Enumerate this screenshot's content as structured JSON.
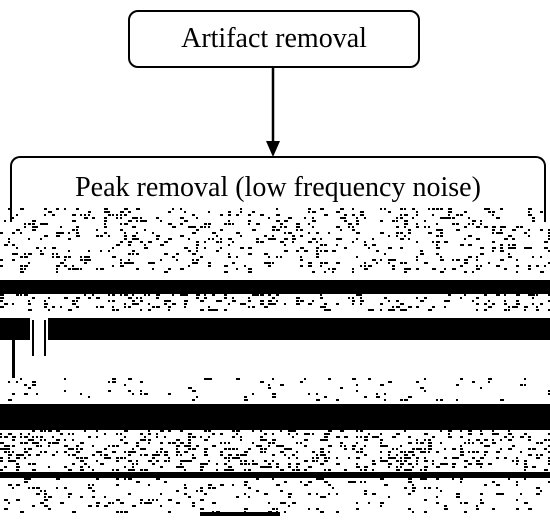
{
  "diagram": {
    "nodes": [
      {
        "id": "artifact_removal",
        "label": "Artifact removal"
      },
      {
        "id": "peak_removal",
        "label": "Peak removal (low frequency noise)"
      }
    ],
    "edges": [
      {
        "from": "artifact_removal",
        "to": "peak_removal"
      }
    ]
  }
}
